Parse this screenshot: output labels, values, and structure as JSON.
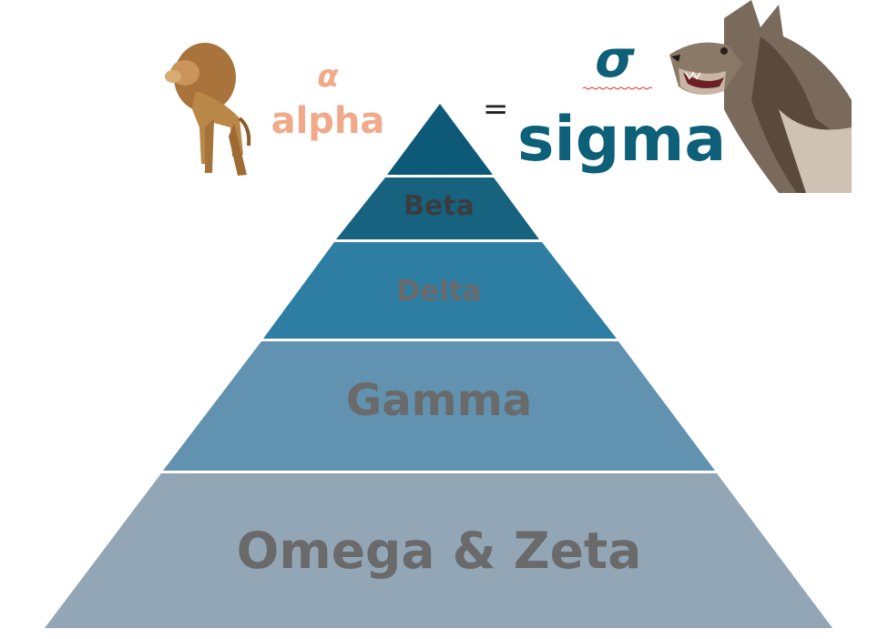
{
  "colors": {
    "tier_top": "#0c5a78",
    "tier_beta": "#17627f",
    "tier_delta": "#2e7ea4",
    "tier_gamma": "#6192b0",
    "tier_omega": "#93a6b6",
    "alpha_text": "#f0a98a",
    "sigma_text": "#0e5f78",
    "label_dark": "#3a3d40",
    "label_light": "#6a6a6a"
  },
  "pyramid": {
    "levels": [
      {
        "label": ""
      },
      {
        "label": "Beta"
      },
      {
        "label": "Delta"
      },
      {
        "label": "Gamma"
      },
      {
        "label": "Omega & Zeta"
      }
    ]
  },
  "alpha": {
    "symbol": "α",
    "word": "alpha",
    "image": "lion-image"
  },
  "sigma": {
    "symbol": "σ",
    "word": "sigma",
    "image": "wolf-image"
  },
  "equals_sign": "="
}
